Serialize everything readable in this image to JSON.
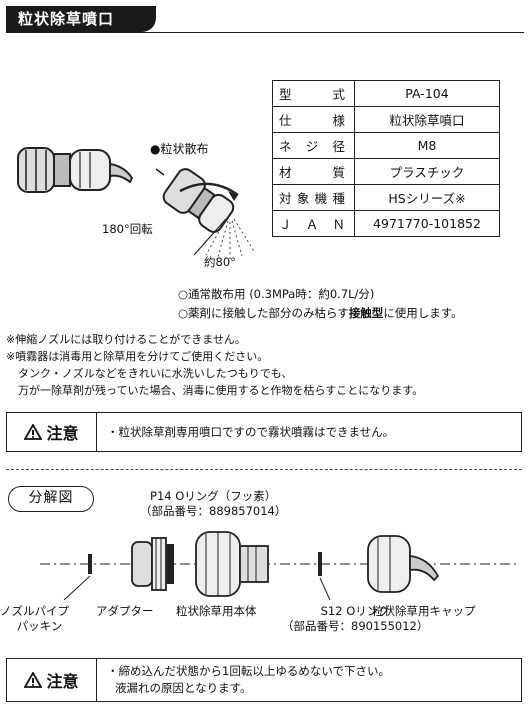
{
  "header": {
    "title": "粒状除草噴口"
  },
  "spec_table": [
    {
      "key": "型　式",
      "value": "PA-104"
    },
    {
      "key": "仕　様",
      "value": "粒状除草噴口"
    },
    {
      "key": "ネジ径",
      "value": "M8"
    },
    {
      "key": "材　質",
      "value": "プラスチック"
    },
    {
      "key": "対象機種",
      "value": "HSシリーズ※"
    },
    {
      "key": "ＪＡＮ",
      "value": "4971770-101852"
    }
  ],
  "illustration": {
    "spread_label": "●粒状散布",
    "rotate_label": "180°回転",
    "angle_label": "約80°"
  },
  "usage_notes": {
    "line1": "○通常散布用 (0.3MPa時：約0.7L/分)",
    "line2_pre": "○薬剤に接触した部分のみ枯らす",
    "line2_bold": "接触型",
    "line2_post": "に使用します。"
  },
  "warnings": [
    "※伸縮ノズルには取り付けることができません。",
    "※噴霧器は消毒用と除草用を分けてご使用ください。",
    "タンク・ノズルなどをきれいに水洗いしたつもりでも、",
    "万が一除草剤が残っていた場合、消毒に使用すると作物を枯らすことになります。"
  ],
  "caution1": {
    "heading": "注意",
    "text": "・粒状除草剤専用噴口ですので霧状噴霧はできません。"
  },
  "exploded": {
    "heading": "分解図",
    "oring_top_name": "P14 Oリング（フッ素）",
    "oring_top_part": "（部品番号：889857014）",
    "packing": [
      "ノズルパイプ",
      "パッキン"
    ],
    "adapter": "アダプター",
    "body": "粒状除草用本体",
    "oring_bottom_name": "S12 Oリング",
    "oring_bottom_part": "（部品番号：890155012）",
    "cap": "粒状除草用キャップ"
  },
  "caution2": {
    "heading": "注意",
    "line1": "・締め込んだ状態から1回転以上ゆるめないで下さい。",
    "line2": "液漏れの原因となります。"
  }
}
